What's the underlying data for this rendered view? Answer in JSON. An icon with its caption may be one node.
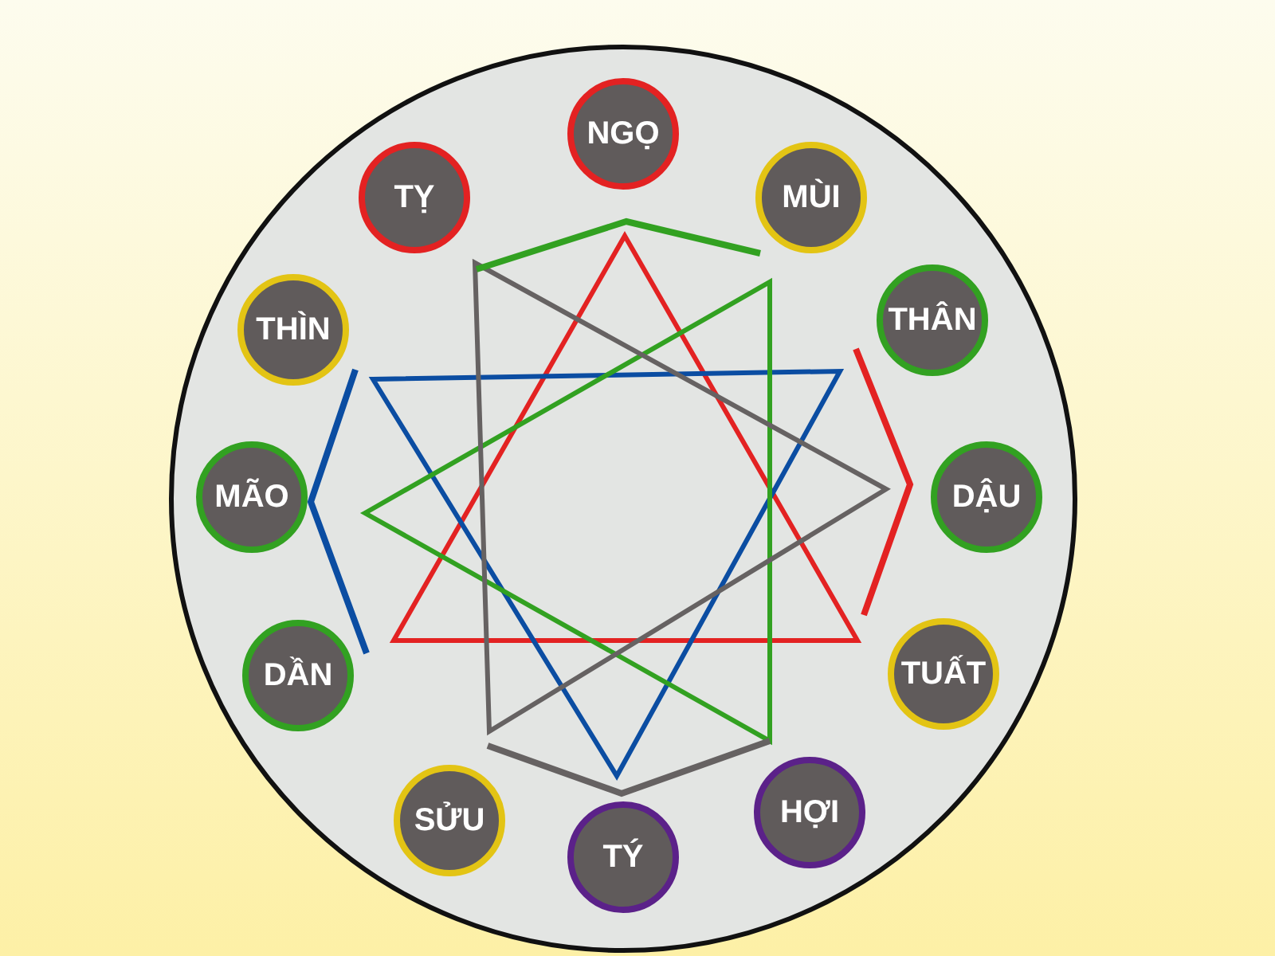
{
  "diagram": {
    "nodes": [
      {
        "text": [],
        "shape": "circle"
      },
      {
        "text": [
          "NGỌ"
        ],
        "in": 0
      },
      {
        "text": [
          "TỴ"
        ],
        "in": 0
      },
      {
        "text": [
          "MÙI"
        ],
        "in": 0
      },
      {
        "text": [
          "THÌN"
        ],
        "in": 0
      },
      {
        "text": [
          "THÂN"
        ],
        "in": 0
      },
      {
        "text": [
          "MÃO"
        ],
        "in": 0
      },
      {
        "text": [
          "DẬU"
        ],
        "in": 0
      },
      {
        "text": [
          "DẦN"
        ],
        "in": 0
      },
      {
        "text": [
          "TUẤT"
        ],
        "in": 0
      },
      {
        "text": [
          "SỬU"
        ],
        "in": 0
      },
      {
        "text": [
          "HỢI"
        ],
        "in": 0
      },
      {
        "text": [
          "TÝ"
        ],
        "in": 0
      }
    ]
  }
}
